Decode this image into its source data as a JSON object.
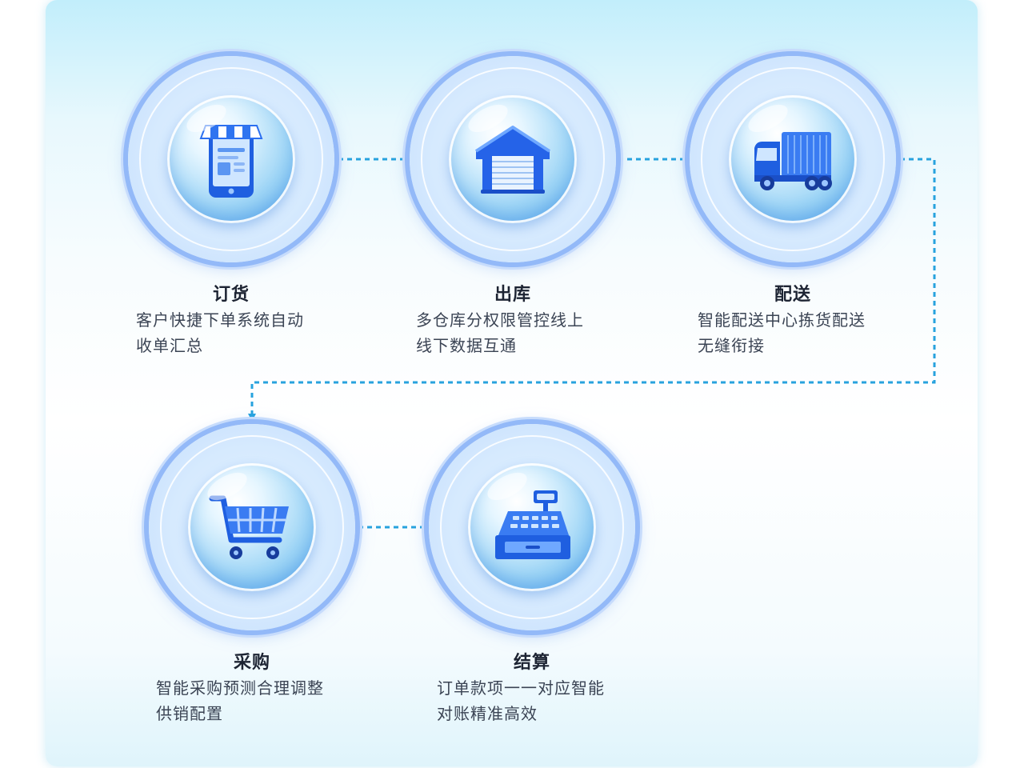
{
  "steps": [
    {
      "title": "订货",
      "desc": [
        "客户快捷下单系统自动",
        "收单汇总"
      ],
      "icon": "shop-phone-icon"
    },
    {
      "title": "出库",
      "desc": [
        "多仓库分权限管控线上",
        "线下数据互通"
      ],
      "icon": "warehouse-icon"
    },
    {
      "title": "配送",
      "desc": [
        "智能配送中心拣货配送",
        "无缝衔接"
      ],
      "icon": "truck-icon"
    },
    {
      "title": "采购",
      "desc": [
        "智能采购预测合理调整",
        "供销配置"
      ],
      "icon": "shopping-cart-icon"
    },
    {
      "title": "结算",
      "desc": [
        "订单款项一一对应智能",
        "对账精准高效"
      ],
      "icon": "cash-register-icon"
    }
  ],
  "colors": {
    "arrow": "#27a2de",
    "ring": "#93b9f8",
    "icon": "#2f74f0",
    "text": "#1d2433"
  }
}
